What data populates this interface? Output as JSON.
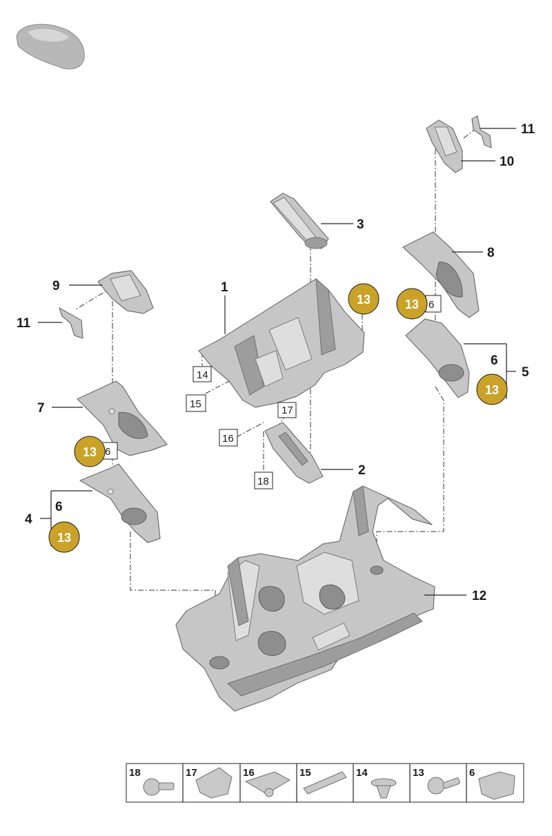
{
  "colors": {
    "badge_fill": "#c9a227",
    "part_fill": "#c6c6c6",
    "line": "#222222"
  },
  "callouts": {
    "p1": "1",
    "p2": "2",
    "p3": "3",
    "p4": "4",
    "p5": "5",
    "p6_left": "6",
    "p6_right": "6",
    "p7": "7",
    "p8": "8",
    "p9": "9",
    "p10": "10",
    "p11_left": "11",
    "p11_right": "11",
    "p12": "12"
  },
  "boxed_refs": {
    "b14": "14",
    "b15": "15",
    "b16": "16",
    "b17": "17",
    "b18": "18",
    "b6_left": "6",
    "b6_right": "6"
  },
  "badges": {
    "badge_center": "13",
    "badge_right_upper": "13",
    "badge_right_lower": "13",
    "badge_left_upper": "13",
    "badge_left_lower": "13"
  },
  "legend": {
    "items": [
      {
        "number": "18",
        "icon": "bolt-icon"
      },
      {
        "number": "17",
        "icon": "clip-bracket-icon"
      },
      {
        "number": "16",
        "icon": "speed-nut-icon"
      },
      {
        "number": "15",
        "icon": "strip-clip-icon"
      },
      {
        "number": "14",
        "icon": "push-rivet-icon"
      },
      {
        "number": "13",
        "icon": "screw-icon"
      },
      {
        "number": "6",
        "icon": "insulation-pad-icon"
      }
    ]
  }
}
